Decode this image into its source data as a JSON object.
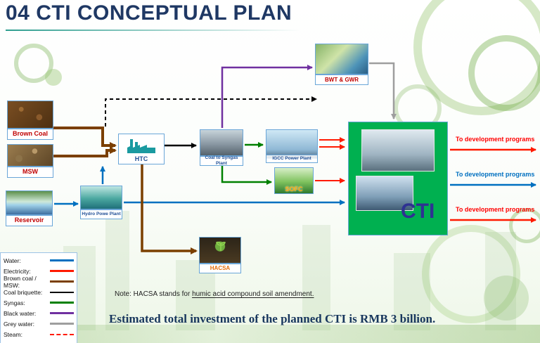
{
  "title": "04 CTI CONCEPTUAL PLAN",
  "colors": {
    "title": "#1f3864",
    "cti_green": "#00b050",
    "cti_text": "#2e3192",
    "water": "#0070c0",
    "electricity": "#ff1a00",
    "brown_coal": "#7b3f00",
    "coal_briquette": "#000000",
    "syngas": "#008000",
    "black_water": "#7030a0",
    "grey_water": "#9e9e9e"
  },
  "nodes": {
    "brown_coal": {
      "label": "Brown Coal"
    },
    "msw": {
      "label": "MSW"
    },
    "reservoir": {
      "label": "Reservoir"
    },
    "htc": {
      "label": "HTC"
    },
    "coal_to_syngas": {
      "label": "Coal to Syngas Plant"
    },
    "igcc": {
      "label": "IGCC Power Plant"
    },
    "sofc": {
      "label": "SOFC"
    },
    "bwt_gwr": {
      "label": "BWT & GWR"
    },
    "hydro": {
      "label": "Hydro Powe Plant"
    },
    "hacsa": {
      "label": "HACSA"
    },
    "cti": {
      "label": "CTI"
    }
  },
  "outputs": [
    {
      "label": "To development programs",
      "color": "#ff0000"
    },
    {
      "label": "To development programs",
      "color": "#0070c0"
    },
    {
      "label": "To development programs",
      "color": "#ff0000"
    }
  ],
  "legend": {
    "items": [
      {
        "label": "Water:",
        "color": "#0070c0"
      },
      {
        "label": "Electricity:",
        "color": "#ff1a00"
      },
      {
        "label": "Brown coal / MSW:",
        "color": "#7b3f00"
      },
      {
        "label": "Coal briquette:",
        "color": "#000000"
      },
      {
        "label": "Syngas:",
        "color": "#008000"
      },
      {
        "label": "Black water:",
        "color": "#7030a0"
      },
      {
        "label": "Grey water:",
        "color": "#9e9e9e"
      },
      {
        "label": "Steam:",
        "color": "#ff1a00"
      }
    ]
  },
  "note": {
    "prefix": "Note: HACSA stands for ",
    "underlined": "humic acid compound soil amendment."
  },
  "footer": "Estimated total investment of the planned CTI  is RMB 3 billion."
}
